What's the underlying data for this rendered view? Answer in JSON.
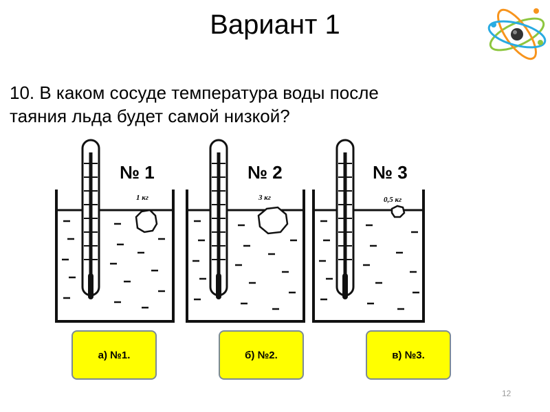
{
  "slide": {
    "title": "Вариант 1",
    "question_line1": "10. В каком сосуде температура воды после",
    "question_line2": "таяния льда будет самой низкой?",
    "page_number": "12"
  },
  "vessels": [
    {
      "label": "№ 1",
      "ice_label": "1 кг"
    },
    {
      "label": "№ 2",
      "ice_label": "3 кг"
    },
    {
      "label": "№ 3",
      "ice_label": "0,5 кг"
    }
  ],
  "answers": [
    {
      "label": "а) №1."
    },
    {
      "label": "б) №2."
    },
    {
      "label": "в) №3."
    }
  ],
  "colors": {
    "answer_fill": "#ffff00",
    "answer_border": "#7b8a96",
    "logo_orbit_green": "#8dc63f",
    "logo_orbit_orange": "#f7941d",
    "logo_orbit_blue": "#29abe2",
    "logo_nucleus": "#333333"
  },
  "icons": {
    "logo": "atom-icon"
  }
}
